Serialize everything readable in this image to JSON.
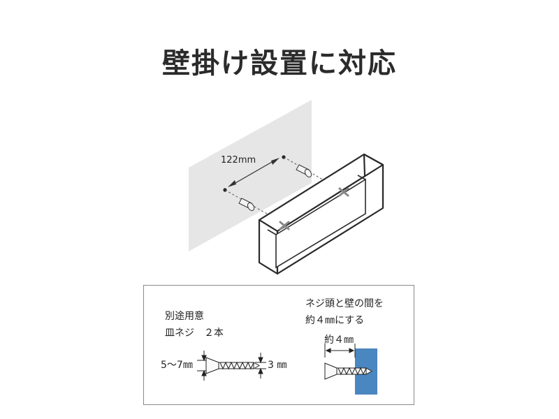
{
  "title": "壁掛け設置に対応",
  "diagram": {
    "spacing_label": "122mm",
    "screw_note": {
      "line1": "別途用意",
      "line2": "皿ネジ　２本"
    },
    "head_size_label": "5～7㎜",
    "shaft_size_label": "3 ㎜",
    "gap_note": {
      "line1": "ネジ頭と壁の間を",
      "line2": "約４㎜にする"
    },
    "gap_label": "約４㎜"
  },
  "colors": {
    "wall": "#e6e6e6",
    "wall_block": "#4a86bf",
    "frame_outline": "#2a2a2a"
  }
}
